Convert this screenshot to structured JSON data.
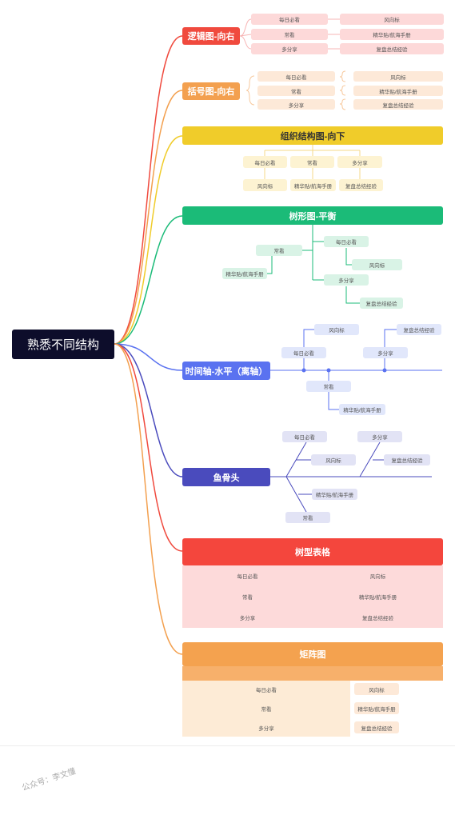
{
  "root": "熟悉不同结构",
  "b1": {
    "title": "逻辑图-向右",
    "left": [
      "每日必看",
      "常看",
      "多分享"
    ],
    "right": [
      "风向标",
      "精华贴/航海手册",
      "复盘总结经验"
    ]
  },
  "b2": {
    "title": "括号图-向右",
    "left": [
      "每日必看",
      "常看",
      "多分享"
    ],
    "right": [
      "风向标",
      "精华贴/航海手册",
      "复盘总结经验"
    ]
  },
  "b3": {
    "title": "组织结构图-向下",
    "top": [
      "每日必看",
      "常看",
      "多分享"
    ],
    "bottom": [
      "风向标",
      "精华贴/航海手册",
      "复盘总结经验"
    ]
  },
  "b4": {
    "title": "树形图-平衡",
    "n1": "常看",
    "n2": "精华贴/航海手册",
    "n3": "每日必看",
    "n4": "风向标",
    "n5": "多分享",
    "n6": "复盘总结经验"
  },
  "b5": {
    "title": "时间轴-水平（离轴）",
    "n1": "风向标",
    "n2": "每日必看",
    "n3": "复盘总结经验",
    "n4": "多分享",
    "n5": "常看",
    "n6": "精华贴/航海手册"
  },
  "b6": {
    "title": "鱼骨头",
    "n1": "每日必看",
    "n2": "风向标",
    "n3": "多分享",
    "n4": "复盘总结经验",
    "n5": "精华贴/航海手册",
    "n6": "常看"
  },
  "b7": {
    "title": "树型表格",
    "rows": [
      [
        "每日必看",
        "风向标"
      ],
      [
        "常看",
        "精华贴/航海手册"
      ],
      [
        "多分享",
        "复盘总结经验"
      ]
    ]
  },
  "b8": {
    "title": "矩阵图",
    "rows": [
      [
        "每日必看",
        "风向标"
      ],
      [
        "常看",
        "精华贴/航海手册"
      ],
      [
        "多分享",
        "复盘总结经验"
      ]
    ]
  },
  "watermark": "公众号：李文懂",
  "colors": {
    "red": "#f04a3e",
    "orange": "#f3a04f",
    "yellow": "#f0cc2a",
    "green": "#1bbb78",
    "blue": "#5a72f0",
    "indigo": "#4a4bbd",
    "tableRed": "#f4463d",
    "tableOrange": "#f4a24f"
  }
}
